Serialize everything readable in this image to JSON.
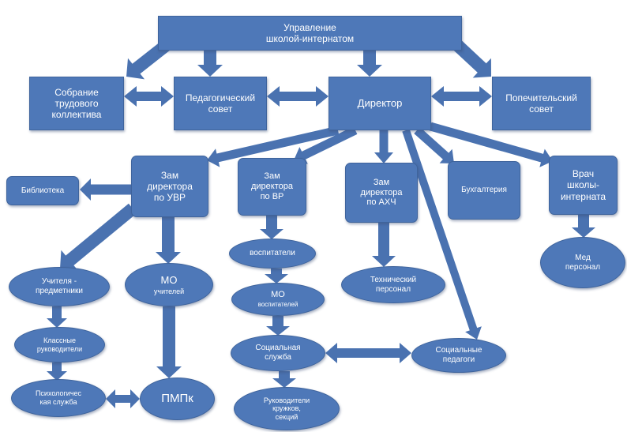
{
  "nodes": {
    "management": "Управление\nшколой-интернатом",
    "assembly": "Собрание\nтрудового\nколлектива",
    "ped_council": "Педагогический\nсовет",
    "director": "Директор",
    "trustee_council": "Попечительский\nсовет",
    "library": "Библиотека",
    "deputy_uvr": "Зам\nдиректора\nпо УВР",
    "deputy_vr": "Зам\nдиректора\nпо ВР",
    "deputy_ahch": "Зам\nдиректора\nпо АХЧ",
    "accounting": "Бухгалтерия",
    "doctor": "Врач\nшколы-\nинтерната",
    "subject_teachers": "Учителя -\nпредметники",
    "mo_teachers_title": "МО",
    "mo_teachers_sub": "учителей",
    "class_teachers": "Классные\nруководители",
    "psych_service": "Психологичес\nкая служба",
    "pmpk": "ПМПк",
    "educators": "воспитатели",
    "mo_educators_title": "МО",
    "mo_educators_sub": "воспитателей",
    "social_service": "Социальная\nслужба",
    "club_leaders": "Руководители\nкружков,\nсекций",
    "tech_staff": "Технический\nперсонал",
    "social_teachers": "Социальные\nпедагоги",
    "med_staff": "Мед\nперсонал"
  },
  "colors": {
    "node_fill": "#4e78b8",
    "node_border": "#3f649c",
    "arrow": "#4a72b0",
    "text": "#ffffff",
    "background": "#ffffff"
  }
}
